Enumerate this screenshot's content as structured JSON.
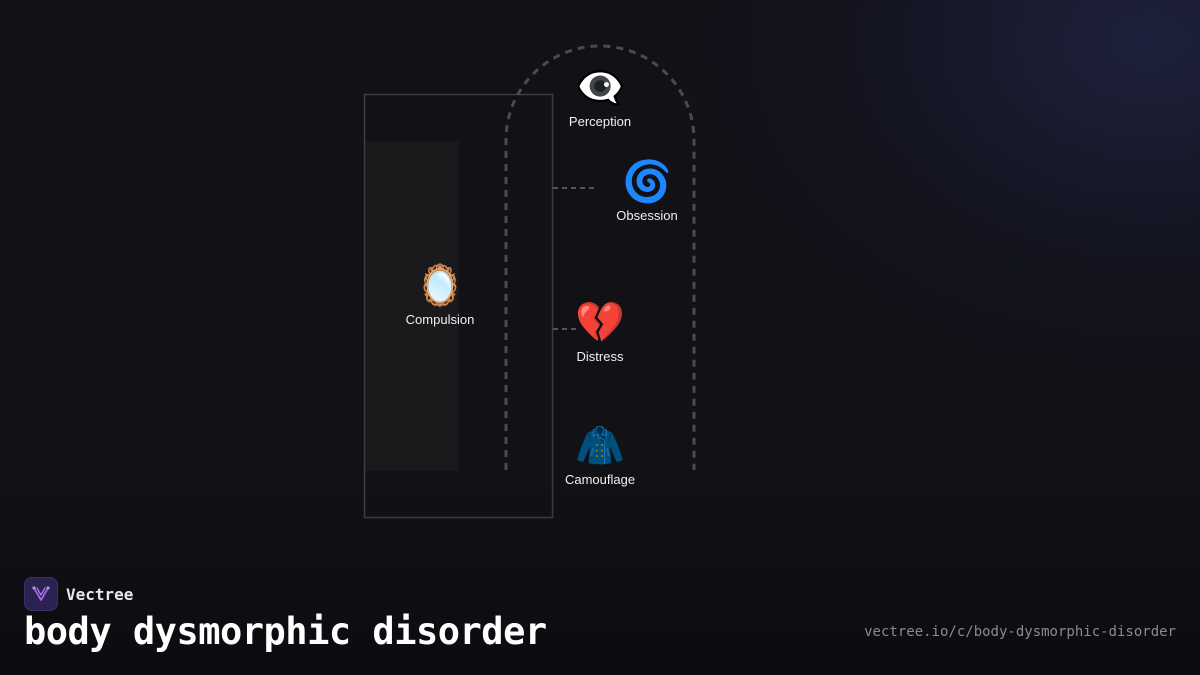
{
  "nodes": [
    {
      "id": "perception",
      "emoji": "👁️‍🗨️",
      "label": "Perception"
    },
    {
      "id": "obsession",
      "emoji": "🌀",
      "label": "Obsession"
    },
    {
      "id": "compulsion",
      "emoji": "🪞",
      "label": "Compulsion"
    },
    {
      "id": "distress",
      "emoji": "💔",
      "label": "Distress"
    },
    {
      "id": "camouflage",
      "emoji": "🧥",
      "label": "Camouflage"
    }
  ],
  "footer": {
    "brand": "Vectree",
    "title": "body dysmorphic disorder",
    "url": "vectree.io/c/body-dysmorphic-disorder"
  },
  "colors": {
    "background": "#111116",
    "glow": "#22264a",
    "logo_bg": "#2a2250",
    "logo_mark": "#a06ae0",
    "dashed": "#4a4a50",
    "box_border": "#3c3c42",
    "box_fill": "#1a1a1c"
  }
}
